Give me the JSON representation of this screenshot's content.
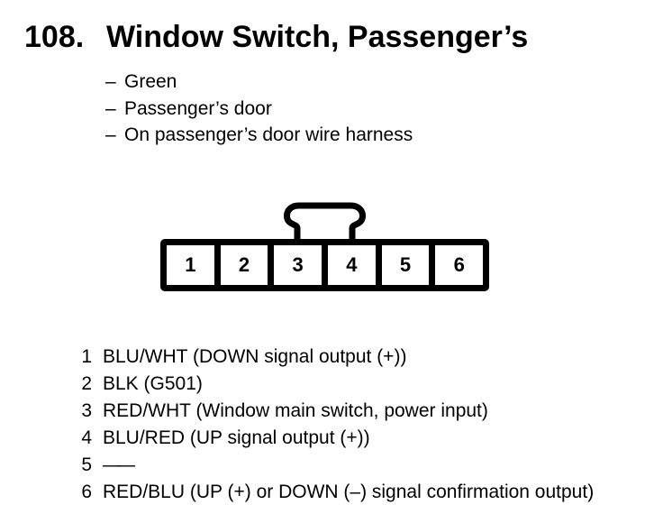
{
  "heading": {
    "number": "108.",
    "title": "Window Switch, Passenger’s"
  },
  "details": {
    "marker": "–",
    "items": [
      "Green",
      "Passenger’s door",
      "On passenger’s door wire harness"
    ]
  },
  "connector": {
    "cavities": [
      "1",
      "2",
      "3",
      "4",
      "5",
      "6"
    ]
  },
  "pins": [
    {
      "number": "1",
      "description": "BLU/WHT (DOWN signal output (+))"
    },
    {
      "number": "2",
      "description": "BLK (G501)"
    },
    {
      "number": "3",
      "description": "RED/WHT (Window main switch, power input)"
    },
    {
      "number": "4",
      "description": "BLU/RED (UP signal output (+))"
    },
    {
      "number": "5",
      "description": "——"
    },
    {
      "number": "6",
      "description": "RED/BLU (UP (+) or DOWN (–) signal confirmation output)"
    }
  ],
  "colors": {
    "ink": "#000000",
    "paper": "#ffffff"
  }
}
